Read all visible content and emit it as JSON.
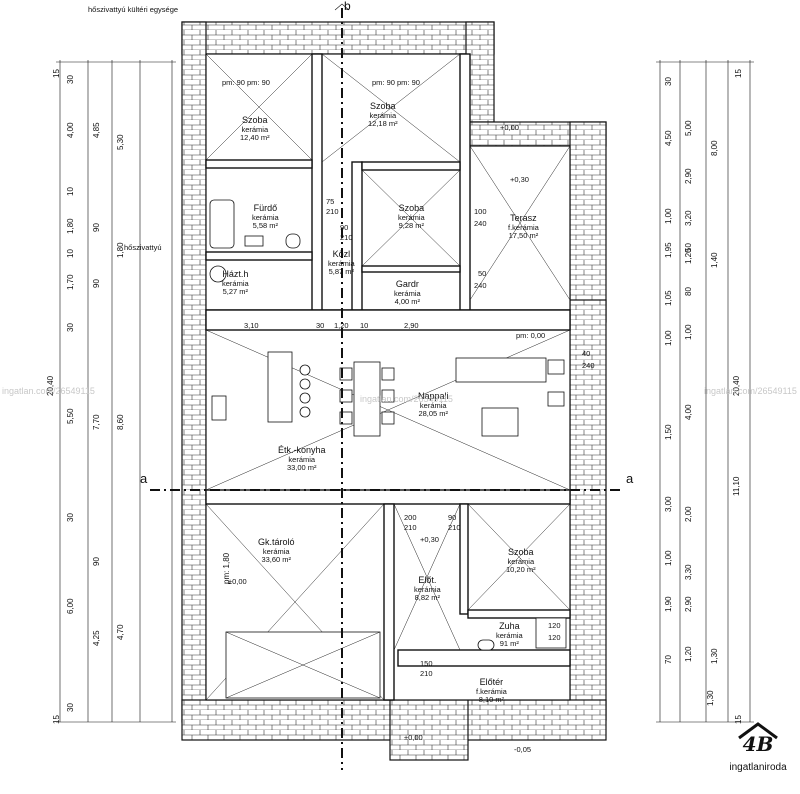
{
  "header": {
    "unit_label": "hőszivattyú kültéri egysége",
    "hp_label": "hőszivattyú"
  },
  "section_marks": {
    "b": "b",
    "a": "a"
  },
  "rooms": [
    {
      "name": "Szoba",
      "material": "kerámia",
      "area": "12,40 m²",
      "height": "pm: 90 pm: 90"
    },
    {
      "name": "Szoba",
      "material": "kerámia",
      "area": "12,18 m²",
      "height": "pm: 90 pm: 90"
    },
    {
      "name": "Fürdő",
      "material": "kerámia",
      "area": "5,58 m²"
    },
    {
      "name": "Szoba",
      "material": "kerámia",
      "area": "9,28 m²"
    },
    {
      "name": "Terasz",
      "material": "f.kerámia",
      "area": "17,50 m²"
    },
    {
      "name": "Házt.h",
      "material": "kerámia",
      "area": "5,27 m²"
    },
    {
      "name": "Közl",
      "material": "kerámia",
      "area": "5,87 m²"
    },
    {
      "name": "Gardr",
      "material": "kerámia",
      "area": "4,00 m²"
    },
    {
      "name": "Nappali",
      "material": "kerámia",
      "area": "28,05 m²"
    },
    {
      "name": "Étk.-konyha",
      "material": "kerámia",
      "area": "33,00 m²"
    },
    {
      "name": "Gk.tároló",
      "material": "kerámia",
      "area": "33,60 m²"
    },
    {
      "name": "Szoba",
      "material": "kerámia",
      "area": "10,20 m²"
    },
    {
      "name": "Előt.",
      "material": "kerámia",
      "area": "8,82 m²"
    },
    {
      "name": "Zuha",
      "material": "kerámia",
      "area": "91 m²"
    },
    {
      "name": "Előtér",
      "material": "f.kerámia",
      "area": "8,10 m²"
    }
  ],
  "levels": {
    "terrace_top": "+0,00",
    "terrace": "+0,30",
    "hall": "+0,30",
    "garage": "±0,00",
    "entry": "±0,00",
    "outside": "-0,05",
    "living_pm": "pm: 0,00",
    "garage_pm": "pm: 1,80"
  },
  "interior_dims": [
    "3,10",
    "30",
    "1,20",
    "10",
    "2,90"
  ],
  "door_dims": [
    "75",
    "210",
    "90",
    "210",
    "100",
    "240",
    "50",
    "240",
    "200",
    "210",
    "150",
    "210",
    "90",
    "210",
    "120",
    "120",
    "40",
    "240"
  ],
  "left_dims_outer": [
    "15",
    "30",
    "4,00",
    "10",
    "1,80",
    "10",
    "1,70",
    "30",
    "5,50",
    "30",
    "6,00",
    "30",
    "15"
  ],
  "left_dims_mid": [
    "4,85",
    "90",
    "90",
    "7,70",
    "90",
    "4,25"
  ],
  "left_dims_inner": [
    "5,30",
    "1,80",
    "8,60",
    "4,70"
  ],
  "left_total": "20,40",
  "right_dims_outer": [
    "15",
    "30",
    "4,50",
    "1,00",
    "1,05",
    "1,00",
    "1,50",
    "3,00",
    "1,00",
    "1,90",
    "70",
    "1,30",
    "15"
  ],
  "right_dims_mid": [
    "5,00",
    "2,90",
    "3,20",
    "1,20",
    "80",
    "1,00",
    "4,00",
    "2,00",
    "3,30",
    "2,90",
    "1,20"
  ],
  "right_dims_inner": [
    "8,00",
    "1,40",
    "11,10",
    "1,30"
  ],
  "right_total": "20,40",
  "right_extra": [
    "1,95",
    "50"
  ],
  "watermarks": [
    "ingatlan.com/26549115",
    "ingatlan.com/26549115",
    "ingatlan.com/26549115"
  ],
  "logo": {
    "mark": "4B",
    "text": "ingatlaniroda"
  }
}
